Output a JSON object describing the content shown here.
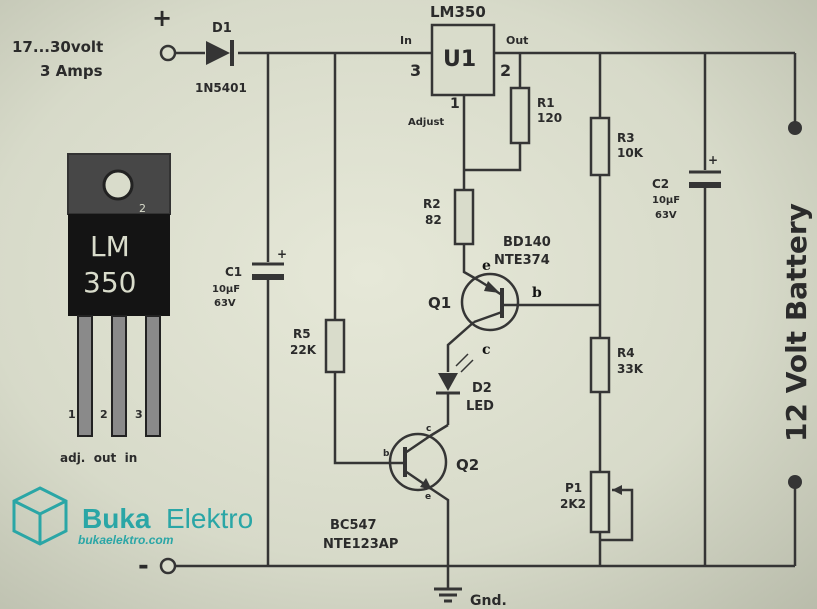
{
  "supply": {
    "plus": "+",
    "voltage": "17...30volt",
    "current": "3 Amps",
    "minus": "-"
  },
  "d1": {
    "ref": "D1",
    "part": "1N5401"
  },
  "u1": {
    "title": "LM350",
    "ref": "U1",
    "pin_in": "In",
    "pin_out": "Out",
    "pin3": "3",
    "pin2": "2",
    "pin1": "1",
    "adjust": "Adjust"
  },
  "r1": {
    "ref": "R1",
    "value": "120"
  },
  "r2": {
    "ref": "R2",
    "value": "82"
  },
  "r3": {
    "ref": "R3",
    "value": "10K"
  },
  "r4": {
    "ref": "R4",
    "value": "33K"
  },
  "r5": {
    "ref": "R5",
    "value": "22K"
  },
  "p1": {
    "ref": "P1",
    "value": "2K2"
  },
  "c1": {
    "ref": "C1",
    "value": "10µF",
    "voltage": "63V",
    "plus": "+"
  },
  "c2": {
    "ref": "C2",
    "value": "10µF",
    "voltage": "63V",
    "plus": "+"
  },
  "q1": {
    "ref": "Q1",
    "part": "BD140",
    "nte": "NTE374",
    "e": "e",
    "b": "b",
    "c": "c"
  },
  "q2": {
    "ref": "Q2",
    "part": "BC547",
    "nte": "NTE123AP",
    "b": "b",
    "c": "c",
    "e": "e"
  },
  "d2": {
    "ref": "D2",
    "part": "LED"
  },
  "gnd": "Gnd.",
  "battery": "12 Volt Battery",
  "package": {
    "line1": "LM",
    "line2": "350",
    "tab": "2",
    "pins": [
      "1",
      "2",
      "3"
    ],
    "names": "adj.  out  in"
  },
  "brand": {
    "name1": "Buka",
    "name2": "Elektro",
    "url": "bukaelektro.com"
  },
  "colors": {
    "wire": "#353535",
    "ink": "#2b2b2b",
    "brand": "#2aa6a6"
  }
}
